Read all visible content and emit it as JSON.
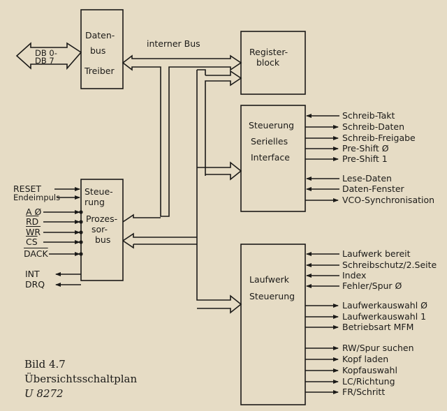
{
  "blocks": {
    "datenbus": [
      "Daten-",
      "bus",
      "Treiber"
    ],
    "register": [
      "Register-",
      "block"
    ],
    "seriell": [
      "Steuerung",
      "Serielles",
      "Interface"
    ],
    "prozessor": [
      "Steue-",
      "rung",
      "Prozes-",
      "sor-",
      "bus"
    ],
    "laufwerk": [
      "Laufwerk",
      "Steuerung"
    ]
  },
  "bus_labels": {
    "db_top": "DB 0-",
    "db_bottom": "DB 7",
    "intern": "interner Bus"
  },
  "left_inputs": [
    "RESET",
    "Endeimpuls",
    "A Ø",
    "RD",
    "WR",
    "CS",
    "DACK"
  ],
  "left_outputs": [
    "INT",
    "DRQ"
  ],
  "serial_signals": [
    "Schreib-Takt",
    "Schreib-Daten",
    "Schreib-Freigabe",
    "Pre-Shift Ø",
    "Pre-Shift 1",
    "Lese-Daten",
    "Daten-Fenster",
    "VCO-Synchronisation"
  ],
  "drive_signals": [
    "Laufwerk bereit",
    "Schreibschutz/2.Seite",
    "Index",
    "Fehler/Spur Ø",
    "Laufwerkauswahl Ø",
    "Laufwerkauswahl 1",
    "Betriebsart MFM",
    "RW/Spur suchen",
    "Kopf laden",
    "Kopfauswahl",
    "LC/Richtung",
    "FR/Schritt"
  ],
  "caption": {
    "line1": "Bild 4.7",
    "line2": "Übersichtsschaltplan",
    "line3": "U 8272"
  }
}
